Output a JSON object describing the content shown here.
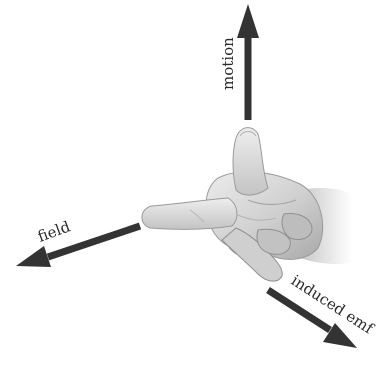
{
  "labels": {
    "motion": "motion",
    "field": "field",
    "induced_emf": "induced emf"
  },
  "colors": {
    "arrow": "#333333",
    "skin_light": "#e4e4e4",
    "skin_mid": "#c9c9c9",
    "skin_shadow": "#a9a9a9"
  },
  "icons": {
    "hand": "right-hand-fleming-icon"
  }
}
